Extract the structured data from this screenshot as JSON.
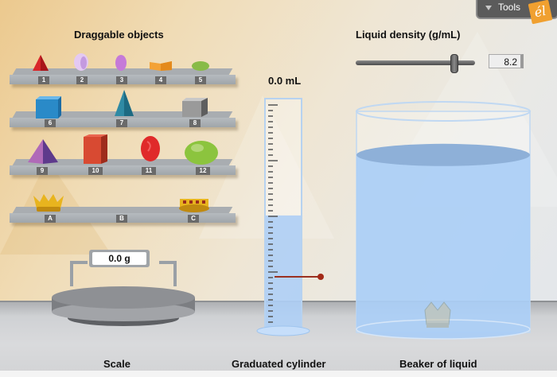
{
  "toolbar": {
    "tools_label": "Tools",
    "logo_text": "él"
  },
  "headings": {
    "draggable_objects": "Draggable objects",
    "liquid_density": "Liquid density (g/mL)"
  },
  "density": {
    "value": "8.2",
    "min": 0,
    "max": 10,
    "current": 8.2
  },
  "cylinder": {
    "reading": "0.0 mL",
    "fill_fraction": 0.49
  },
  "scale": {
    "reading": "0.0 g"
  },
  "beaker": {
    "fill_fraction": 0.8,
    "contents": "crown"
  },
  "shelves": [
    {
      "items": [
        {
          "label": "1",
          "shape": "red-cone"
        },
        {
          "label": "2",
          "shape": "lavender-egg"
        },
        {
          "label": "3",
          "shape": "purple-egg"
        },
        {
          "label": "4",
          "shape": "orange-block"
        },
        {
          "label": "5",
          "shape": "green-ellipsoid"
        }
      ]
    },
    {
      "items": [
        {
          "label": "6",
          "shape": "blue-cube"
        },
        {
          "label": "7",
          "shape": "teal-cone"
        },
        {
          "label": "8",
          "shape": "gray-cube"
        }
      ]
    },
    {
      "items": [
        {
          "label": "9",
          "shape": "purple-pyramid"
        },
        {
          "label": "10",
          "shape": "red-box"
        },
        {
          "label": "11",
          "shape": "red-egg"
        },
        {
          "label": "12",
          "shape": "green-blob"
        }
      ]
    },
    {
      "items": [
        {
          "label": "A",
          "shape": "gold-crown-tall"
        },
        {
          "label": "B",
          "shape": "empty"
        },
        {
          "label": "C",
          "shape": "gold-crown-short"
        }
      ]
    }
  ],
  "bottom_labels": {
    "scale": "Scale",
    "cylinder": "Graduated cylinder",
    "beaker": "Beaker of liquid"
  },
  "colors": {
    "liquid": "#a9cdf6",
    "tools_bg": "#5b5b5b",
    "logo": "#f0a030"
  }
}
